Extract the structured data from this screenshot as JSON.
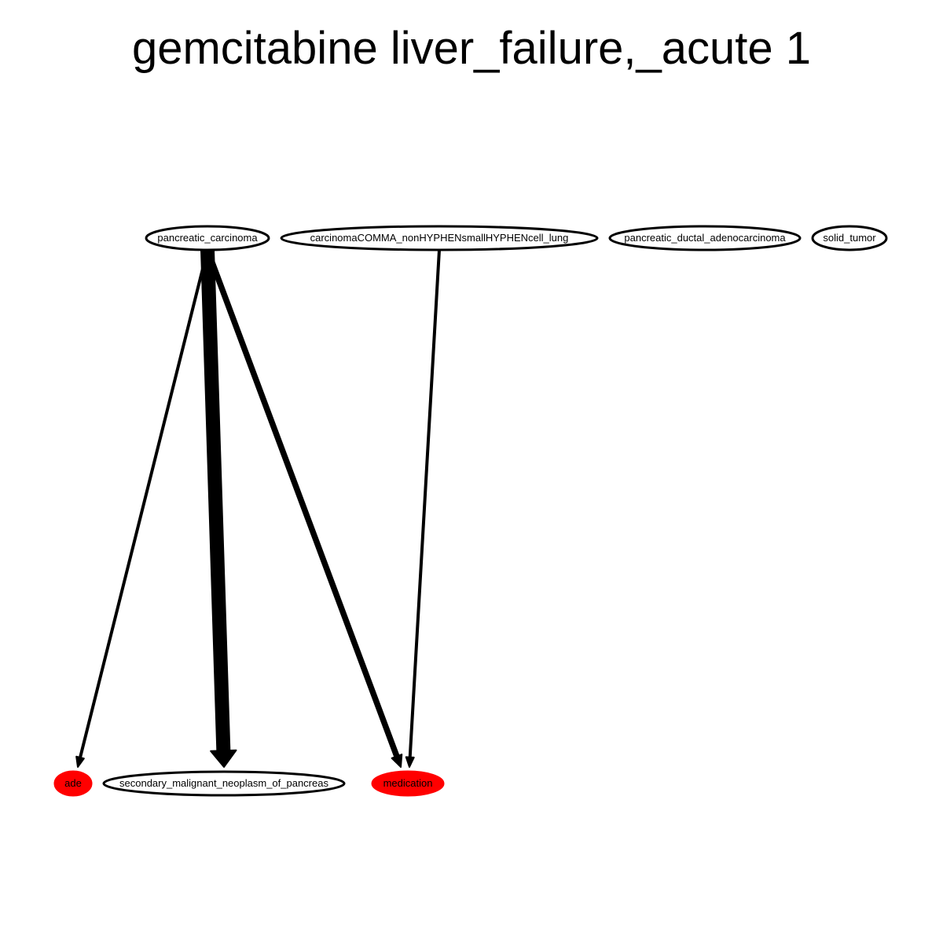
{
  "title": "gemcitabine liver_failure,_acute 1",
  "colors": {
    "highlight_fill": "#ff0000",
    "node_fill": "#ffffff",
    "stroke": "#000000"
  },
  "nodes": [
    {
      "id": "pancreatic_carcinoma",
      "label": "pancreatic_carcinoma",
      "highlighted": false
    },
    {
      "id": "carcinoma_nsclc",
      "label": "carcinomaCOMMA_nonHYPHENsmallHYPHENcell_lung",
      "highlighted": false
    },
    {
      "id": "pancreatic_ductal_adenocarcinoma",
      "label": "pancreatic_ductal_adenocarcinoma",
      "highlighted": false
    },
    {
      "id": "solid_tumor",
      "label": "solid_tumor",
      "highlighted": false
    },
    {
      "id": "ade",
      "label": "ade",
      "highlighted": true
    },
    {
      "id": "secondary_malignant_neoplasm_of_pancreas",
      "label": "secondary_malignant_neoplasm_of_pancreas",
      "highlighted": false
    },
    {
      "id": "medication",
      "label": "medication",
      "highlighted": true
    }
  ],
  "edges": [
    {
      "from": "pancreatic_carcinoma",
      "to": "ade",
      "weight": 1
    },
    {
      "from": "pancreatic_carcinoma",
      "to": "secondary_malignant_neoplasm_of_pancreas",
      "weight": 5
    },
    {
      "from": "pancreatic_carcinoma",
      "to": "medication",
      "weight": 2
    },
    {
      "from": "carcinoma_nsclc",
      "to": "medication",
      "weight": 1
    }
  ]
}
